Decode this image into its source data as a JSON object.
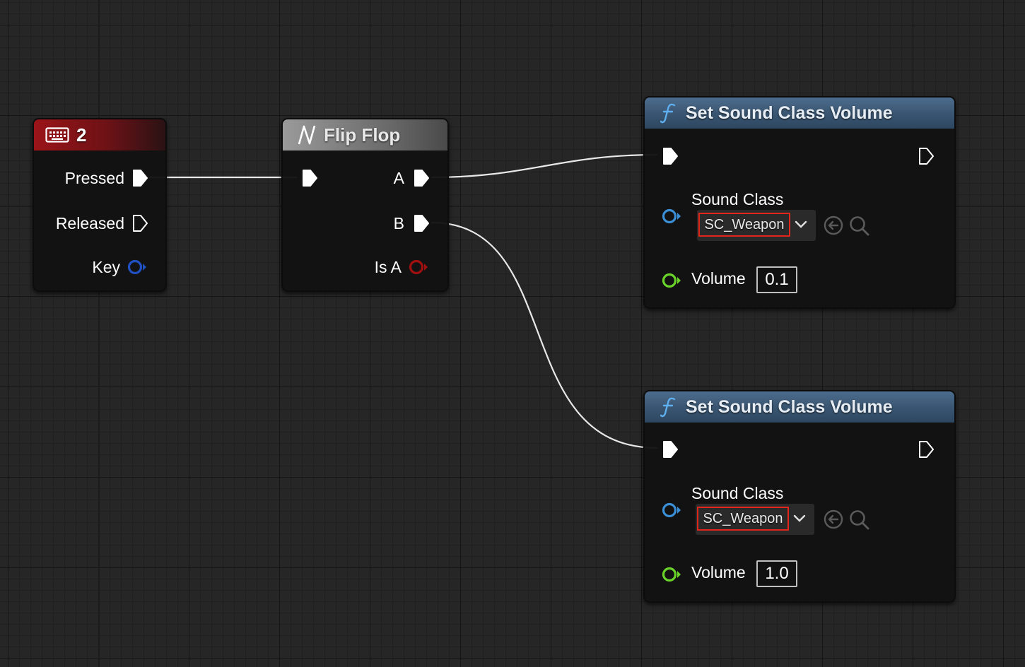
{
  "input_node": {
    "title": "2",
    "icon": "keyboard-icon",
    "pins": {
      "pressed": "Pressed",
      "released": "Released",
      "key": "Key"
    }
  },
  "flipflop_node": {
    "title": "Flip Flop",
    "icon": "flipflop-icon",
    "pins": {
      "a": "A",
      "b": "B",
      "is_a": "Is A"
    }
  },
  "set_volume_nodes": [
    {
      "title": "Set Sound Class Volume",
      "icon": "function-icon",
      "sound_class_label": "Sound Class",
      "sound_class_value": "SC_Weapon",
      "volume_label": "Volume",
      "volume_value": "0.1"
    },
    {
      "title": "Set Sound Class Volume",
      "icon": "function-icon",
      "sound_class_label": "Sound Class",
      "sound_class_value": "SC_Weapon",
      "volume_label": "Volume",
      "volume_value": "1.0"
    }
  ],
  "colors": {
    "exec_pin": "#ffffff",
    "object_pin": "#3a8fd6",
    "struct_pin": "#1f4fc0",
    "bool_pin": "#a01010",
    "float_pin": "#6ad42a",
    "highlight": "#e0261a"
  }
}
